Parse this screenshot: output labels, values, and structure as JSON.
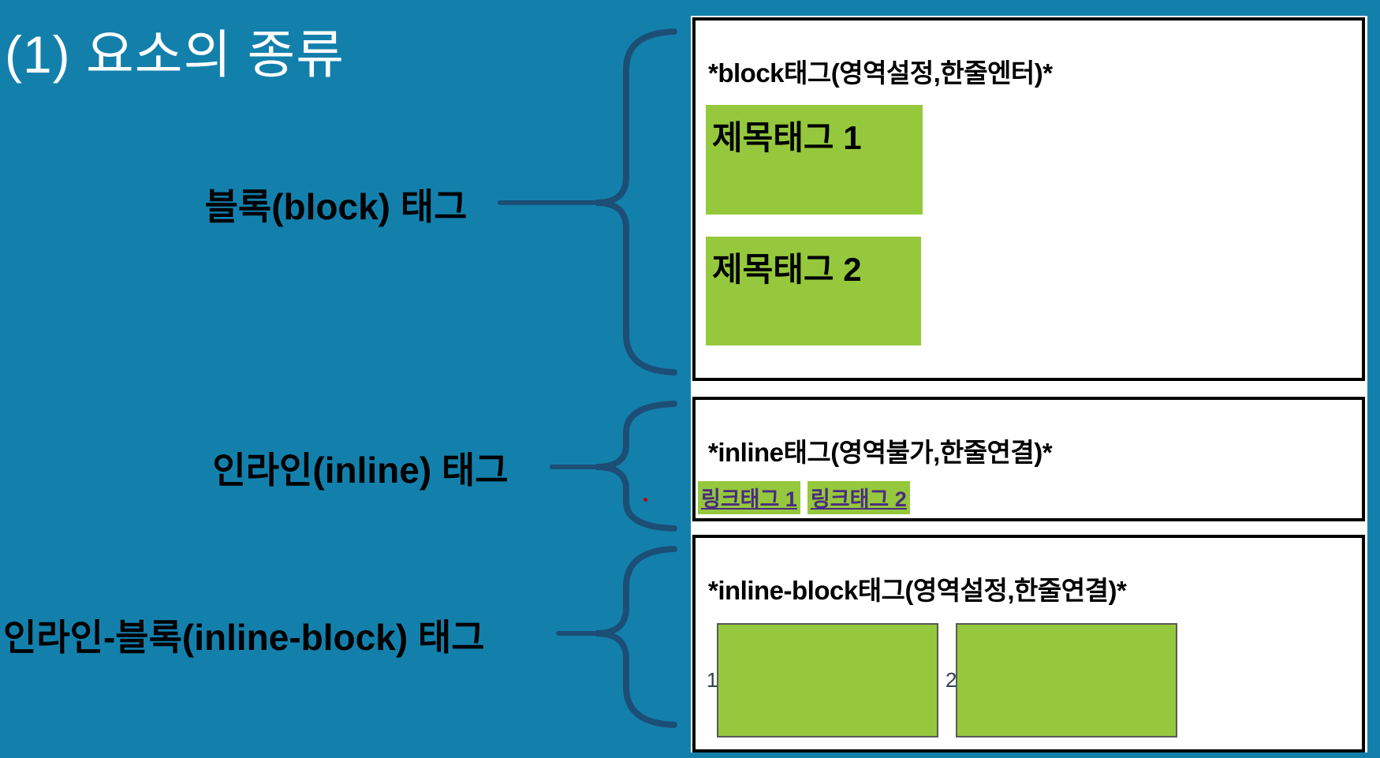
{
  "slide": {
    "title": "(1) 요소의 종류"
  },
  "category_labels": [
    {
      "id": "block",
      "text": "블록(block) 태그"
    },
    {
      "id": "inline",
      "text": "인라인(inline) 태그"
    },
    {
      "id": "inline-block",
      "text": "인라인-블록(inline-block) 태그"
    }
  ],
  "panels": [
    {
      "header": "*block태그(영역설정,한줄엔터)*",
      "boxes": [
        "제목태그 1",
        "제목태그 2"
      ]
    },
    {
      "header": "*inline태그(영역불가,한줄연결)*",
      "links": [
        "링크태그 1",
        "링크태그 2"
      ]
    },
    {
      "header": "*inline-block태그(영역설정,한줄연결)*",
      "items": [
        {
          "marker": "1"
        },
        {
          "marker": "2"
        }
      ]
    }
  ],
  "colors": {
    "background_teal": "#1380AC",
    "brace_navy": "#1C4E76",
    "demo_green": "#95C83C",
    "link_purple": "#4B2B82",
    "panel_border": "#000000",
    "inline_block_box_border": "#595959",
    "title_text": "#FFFFFF",
    "label_text": "#000000"
  }
}
